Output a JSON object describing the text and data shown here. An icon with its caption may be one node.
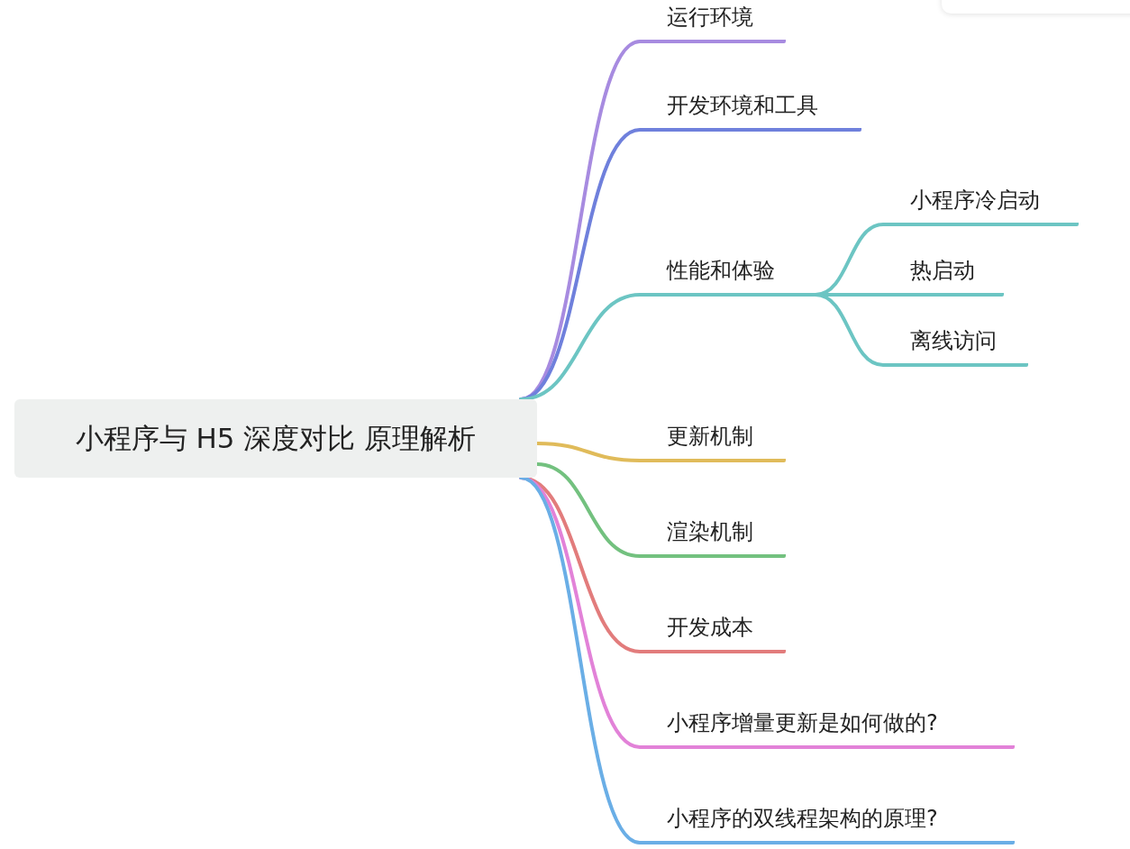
{
  "diagram": {
    "nodes": [
      {
        "text": [
          "小程序与 H5 深度对比 原理解析"
        ]
      },
      {
        "text": [
          "运行环境"
        ]
      },
      {
        "text": [
          "开发环境和工具"
        ]
      },
      {
        "text": [
          "性能和体验"
        ]
      },
      {
        "text": [
          "小程序冷启动"
        ]
      },
      {
        "text": [
          "热启动"
        ]
      },
      {
        "text": [
          "离线访问"
        ]
      },
      {
        "text": [
          "更新机制"
        ]
      },
      {
        "text": [
          "渲染机制"
        ]
      },
      {
        "text": [
          "开发成本"
        ]
      },
      {
        "text": [
          "小程序增量更新是如何做的?"
        ]
      },
      {
        "text": [
          "小程序的双线程架构的原理?"
        ]
      }
    ],
    "edges": [
      {
        "from": 0,
        "to": 1,
        "arrow": "none",
        "color": "#a78be0"
      },
      {
        "from": 0,
        "to": 2,
        "arrow": "none",
        "color": "#6f80dc"
      },
      {
        "from": 0,
        "to": 3,
        "arrow": "none",
        "color": "#6cc5c3"
      },
      {
        "from": 3,
        "to": 4,
        "arrow": "none",
        "color": "#6cc5c3"
      },
      {
        "from": 3,
        "to": 5,
        "arrow": "none",
        "color": "#6cc5c3"
      },
      {
        "from": 3,
        "to": 6,
        "arrow": "none",
        "color": "#6cc5c3"
      },
      {
        "from": 0,
        "to": 7,
        "arrow": "none",
        "color": "#e0bb5a"
      },
      {
        "from": 0,
        "to": 8,
        "arrow": "none",
        "color": "#73c17f"
      },
      {
        "from": 0,
        "to": 9,
        "arrow": "none",
        "color": "#e27c7c"
      },
      {
        "from": 0,
        "to": 10,
        "arrow": "none",
        "color": "#e282d8"
      },
      {
        "from": 0,
        "to": 11,
        "arrow": "none",
        "color": "#6aaee6"
      }
    ]
  }
}
